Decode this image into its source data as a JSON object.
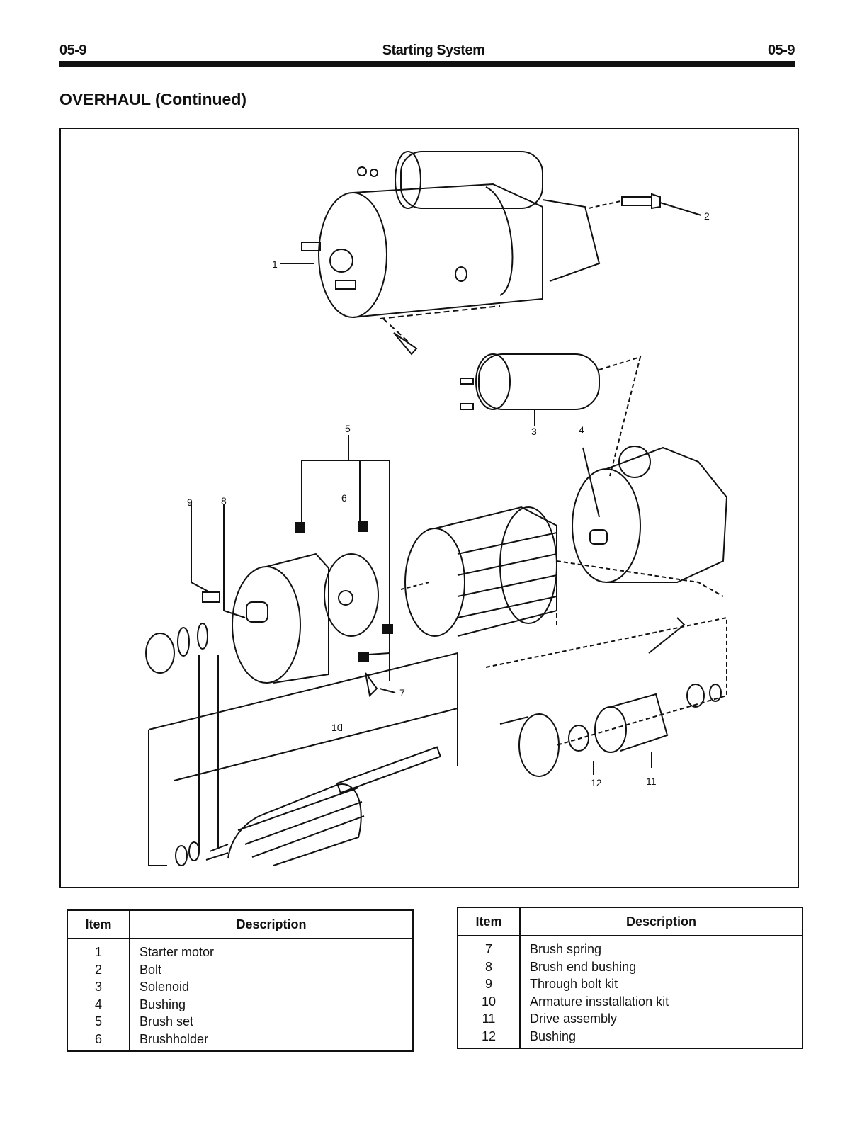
{
  "header": {
    "page_left": "05-9",
    "title": "Starting System",
    "page_right": "05-9"
  },
  "section_title": "OVERHAUL (Continued)",
  "figure": {
    "callouts": [
      "1",
      "2",
      "3",
      "4",
      "5",
      "6",
      "7",
      "8",
      "9",
      "10",
      "11",
      "12"
    ]
  },
  "table_left": {
    "headers": {
      "item": "Item",
      "description": "Description"
    },
    "rows": [
      {
        "item": "1",
        "description": "Starter motor"
      },
      {
        "item": "2",
        "description": "Bolt"
      },
      {
        "item": "3",
        "description": "Solenoid"
      },
      {
        "item": "4",
        "description": "Bushing"
      },
      {
        "item": "5",
        "description": "Brush set"
      },
      {
        "item": "6",
        "description": "Brushholder"
      }
    ]
  },
  "table_right": {
    "headers": {
      "item": "Item",
      "description": "Description"
    },
    "rows": [
      {
        "item": "7",
        "description": "Brush spring"
      },
      {
        "item": "8",
        "description": "Brush end bushing"
      },
      {
        "item": "9",
        "description": "Through bolt kit"
      },
      {
        "item": "10",
        "description": "Armature insstallation kit"
      },
      {
        "item": "11",
        "description": "Drive assembly"
      },
      {
        "item": "12",
        "description": "Bushing"
      }
    ]
  }
}
